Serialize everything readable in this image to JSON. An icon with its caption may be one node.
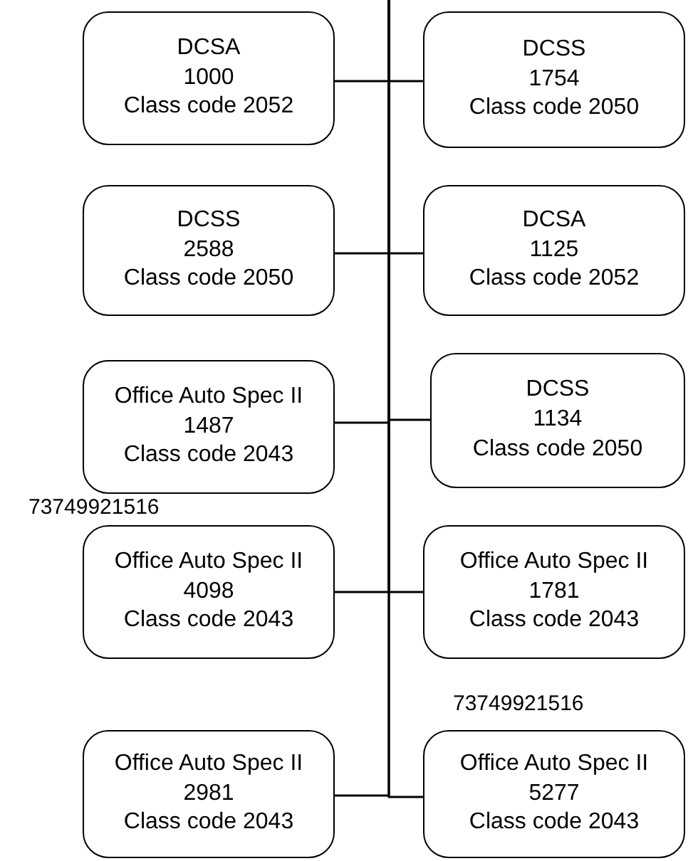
{
  "diagram": {
    "nodes": [
      {
        "text": [
          "DCSA",
          "1000",
          "Class code 2052"
        ]
      },
      {
        "text": [
          "DCSS",
          "1754",
          "Class code 2050"
        ]
      },
      {
        "text": [
          "DCSS",
          "2588",
          "Class code 2050"
        ]
      },
      {
        "text": [
          "DCSA",
          "1125",
          "Class code 2052"
        ]
      },
      {
        "text": [
          "Office Auto Spec II",
          "1487",
          "Class code 2043"
        ]
      },
      {
        "text": [
          "DCSS",
          "1134",
          "Class code 2050"
        ]
      },
      {
        "text": [
          "Office Auto Spec II",
          "4098",
          "Class code 2043"
        ],
        "beside": [
          "73749921516"
        ]
      },
      {
        "text": [
          "Office Auto Spec II",
          "1781",
          "Class code 2043"
        ]
      },
      {
        "text": [
          "Office Auto Spec II",
          "2981",
          "Class code 2043"
        ]
      },
      {
        "text": [
          "Office Auto Spec II",
          "5277",
          "Class code 2043"
        ],
        "beside": [
          "73749921516"
        ]
      }
    ],
    "edges": [
      {
        "from": null,
        "to": 0,
        "arrow": "none"
      },
      {
        "from": null,
        "to": 1,
        "arrow": "none"
      },
      {
        "from": null,
        "to": 2,
        "arrow": "none"
      },
      {
        "from": null,
        "to": 3,
        "arrow": "none"
      },
      {
        "from": null,
        "to": 4,
        "arrow": "none"
      },
      {
        "from": null,
        "to": 5,
        "arrow": "none"
      },
      {
        "from": null,
        "to": 6,
        "arrow": "none"
      },
      {
        "from": null,
        "to": 7,
        "arrow": "none"
      },
      {
        "from": null,
        "to": 8,
        "arrow": "none"
      },
      {
        "from": null,
        "to": 9,
        "arrow": "none"
      }
    ]
  }
}
